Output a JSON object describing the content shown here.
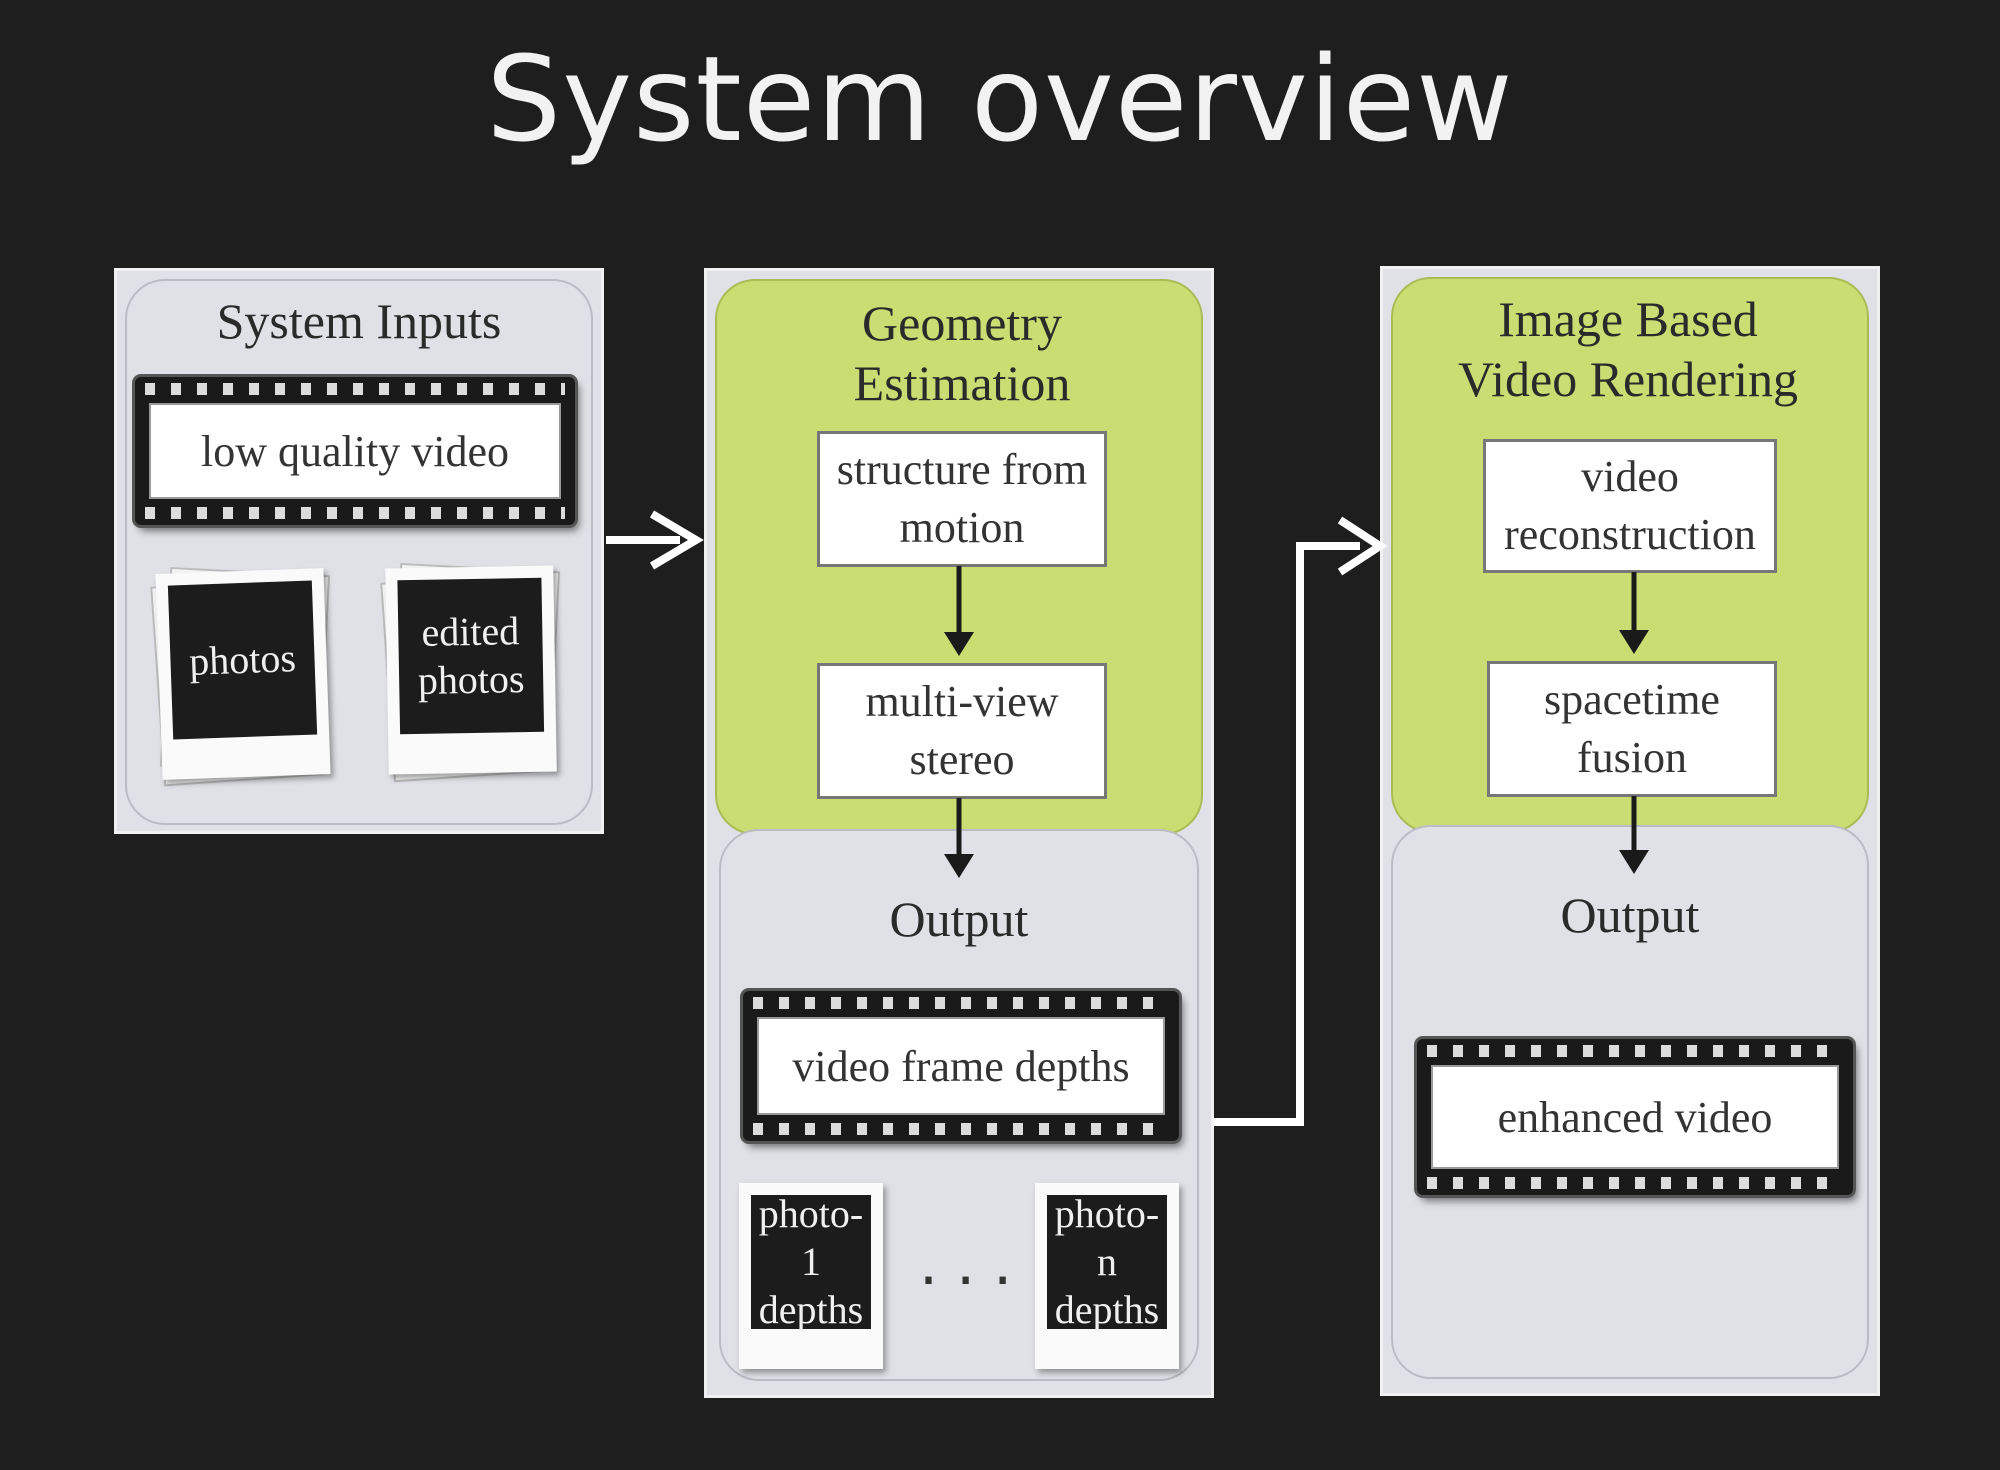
{
  "title": "System overview",
  "inputs": {
    "heading": "System Inputs",
    "video_label": "low quality video",
    "photos_label": "photos",
    "edited_photos_label": "edited photos"
  },
  "geometry": {
    "heading": "Geometry Estimation",
    "step1": "structure from motion",
    "step2": "multi-view stereo",
    "output_heading": "Output",
    "output_video": "video frame depths",
    "photo_first": "photo-1 depths",
    "ellipsis": "...",
    "photo_last": "photo-n depths"
  },
  "rendering": {
    "heading": "Image Based Video Rendering",
    "step1": "video reconstruction",
    "step2": "spacetime fusion",
    "output_heading": "Output",
    "output_video": "enhanced video"
  },
  "colors": {
    "background": "#1e1e1e",
    "stage_green": "#c9dd73",
    "panel_grey": "#dfe1e6",
    "arrow": "#ffffff"
  }
}
